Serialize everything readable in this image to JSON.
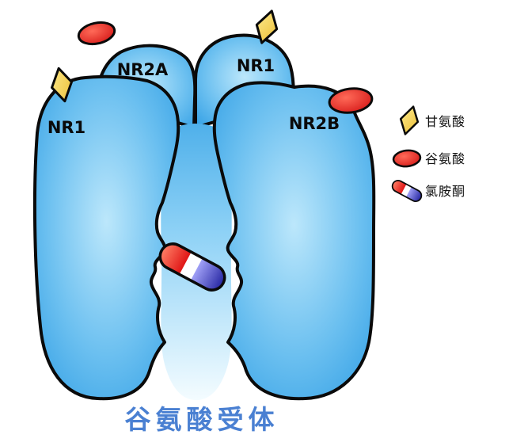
{
  "diagram": {
    "title": "谷氨酸受体",
    "subunits": {
      "nr2a": "NR2A",
      "nr1_top": "NR1",
      "nr1_left": "NR1",
      "nr2b": "NR2B"
    },
    "legend": {
      "items": [
        {
          "icon": "glycine-diamond-icon",
          "label": "甘氨酸"
        },
        {
          "icon": "glutamate-ellipse-icon",
          "label": "谷氨酸"
        },
        {
          "icon": "ketamine-capsule-icon",
          "label": "氯胺酮"
        }
      ]
    },
    "colors": {
      "receptor_blue": "#2e9de4",
      "receptor_light": "#b9e6fb",
      "glycine_yellow": "#f2cd43",
      "glutamate_red": "#d31414",
      "ketamine_red": "#d01212",
      "ketamine_blue": "#2828a4",
      "title_blue": "#4a80d2",
      "outline": "#000000"
    }
  }
}
